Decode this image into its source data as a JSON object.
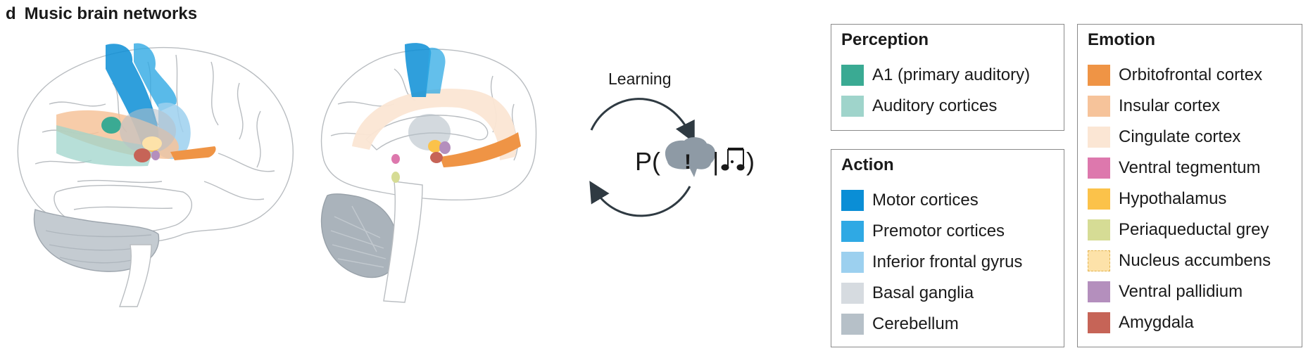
{
  "figure": {
    "panel_letter": "d",
    "panel_title": "Music brain networks"
  },
  "cycle": {
    "label": "Learning",
    "formula_prefix": "P(",
    "formula_symbol": "!",
    "formula_separator": "|",
    "formula_suffix": ")"
  },
  "legend": {
    "perception": {
      "heading": "Perception",
      "items": [
        {
          "label": "A1 (primary auditory)",
          "color": "#3aaa93"
        },
        {
          "label": "Auditory cortices",
          "color": "#9fd4cb"
        }
      ]
    },
    "action": {
      "heading": "Action",
      "items": [
        {
          "label": "Motor cortices",
          "color": "#0a8ed6"
        },
        {
          "label": "Premotor cortices",
          "color": "#2fa9e4"
        },
        {
          "label": "Inferior frontal gyrus",
          "color": "#9cd0ef"
        },
        {
          "label": "Basal ganglia",
          "color": "#d6dbe0"
        },
        {
          "label": "Cerebellum",
          "color": "#b6c0c8"
        }
      ]
    },
    "emotion": {
      "heading": "Emotion",
      "items": [
        {
          "label": "Orbitofrontal cortex",
          "color": "#ef9445"
        },
        {
          "label": "Insular cortex",
          "color": "#f6c39a"
        },
        {
          "label": "Cingulate cortex",
          "color": "#fbe6d4"
        },
        {
          "label": "Ventral tegmentum",
          "color": "#dd78ad"
        },
        {
          "label": "Hypothalamus",
          "color": "#fbc24a"
        },
        {
          "label": "Periaqueductal grey",
          "color": "#d6dc95"
        },
        {
          "label": "Nucleus accumbens",
          "color": "#fde2a9"
        },
        {
          "label": "Ventral pallidium",
          "color": "#b48fbd"
        },
        {
          "label": "Amygdala",
          "color": "#c66457"
        }
      ]
    }
  }
}
